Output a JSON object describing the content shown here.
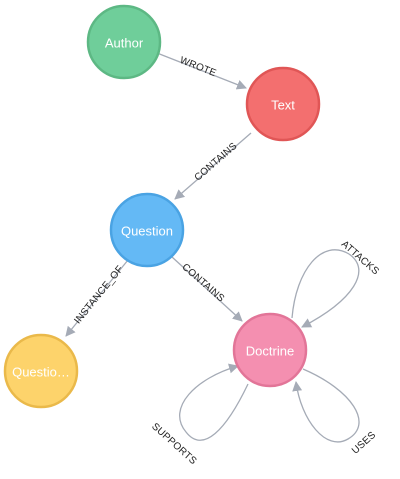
{
  "graph": {
    "nodes": {
      "author": {
        "label": "Author",
        "fill": "#6fce9a",
        "stroke": "#5db884"
      },
      "text": {
        "label": "Text",
        "fill": "#f36f6f",
        "stroke": "#e05656"
      },
      "question": {
        "label": "Question",
        "fill": "#64b9f5",
        "stroke": "#4aa3e3"
      },
      "questio": {
        "label": "Questio…",
        "fill": "#fdd36b",
        "stroke": "#eab94a"
      },
      "doctrine": {
        "label": "Doctrine",
        "fill": "#f48fb0",
        "stroke": "#e27598"
      }
    },
    "edges": {
      "wrote": {
        "label": "WROTE"
      },
      "contains_text_question": {
        "label": "CONTAINS"
      },
      "instance_of": {
        "label": "INSTANCE_OF"
      },
      "contains_question_doctrine": {
        "label": "CONTAINS"
      },
      "attacks": {
        "label": "ATTACKS"
      },
      "supports": {
        "label": "SUPPORTS"
      },
      "uses": {
        "label": "USES"
      }
    },
    "colors": {
      "edge": "#a5abb6",
      "background": "#ffffff"
    }
  }
}
